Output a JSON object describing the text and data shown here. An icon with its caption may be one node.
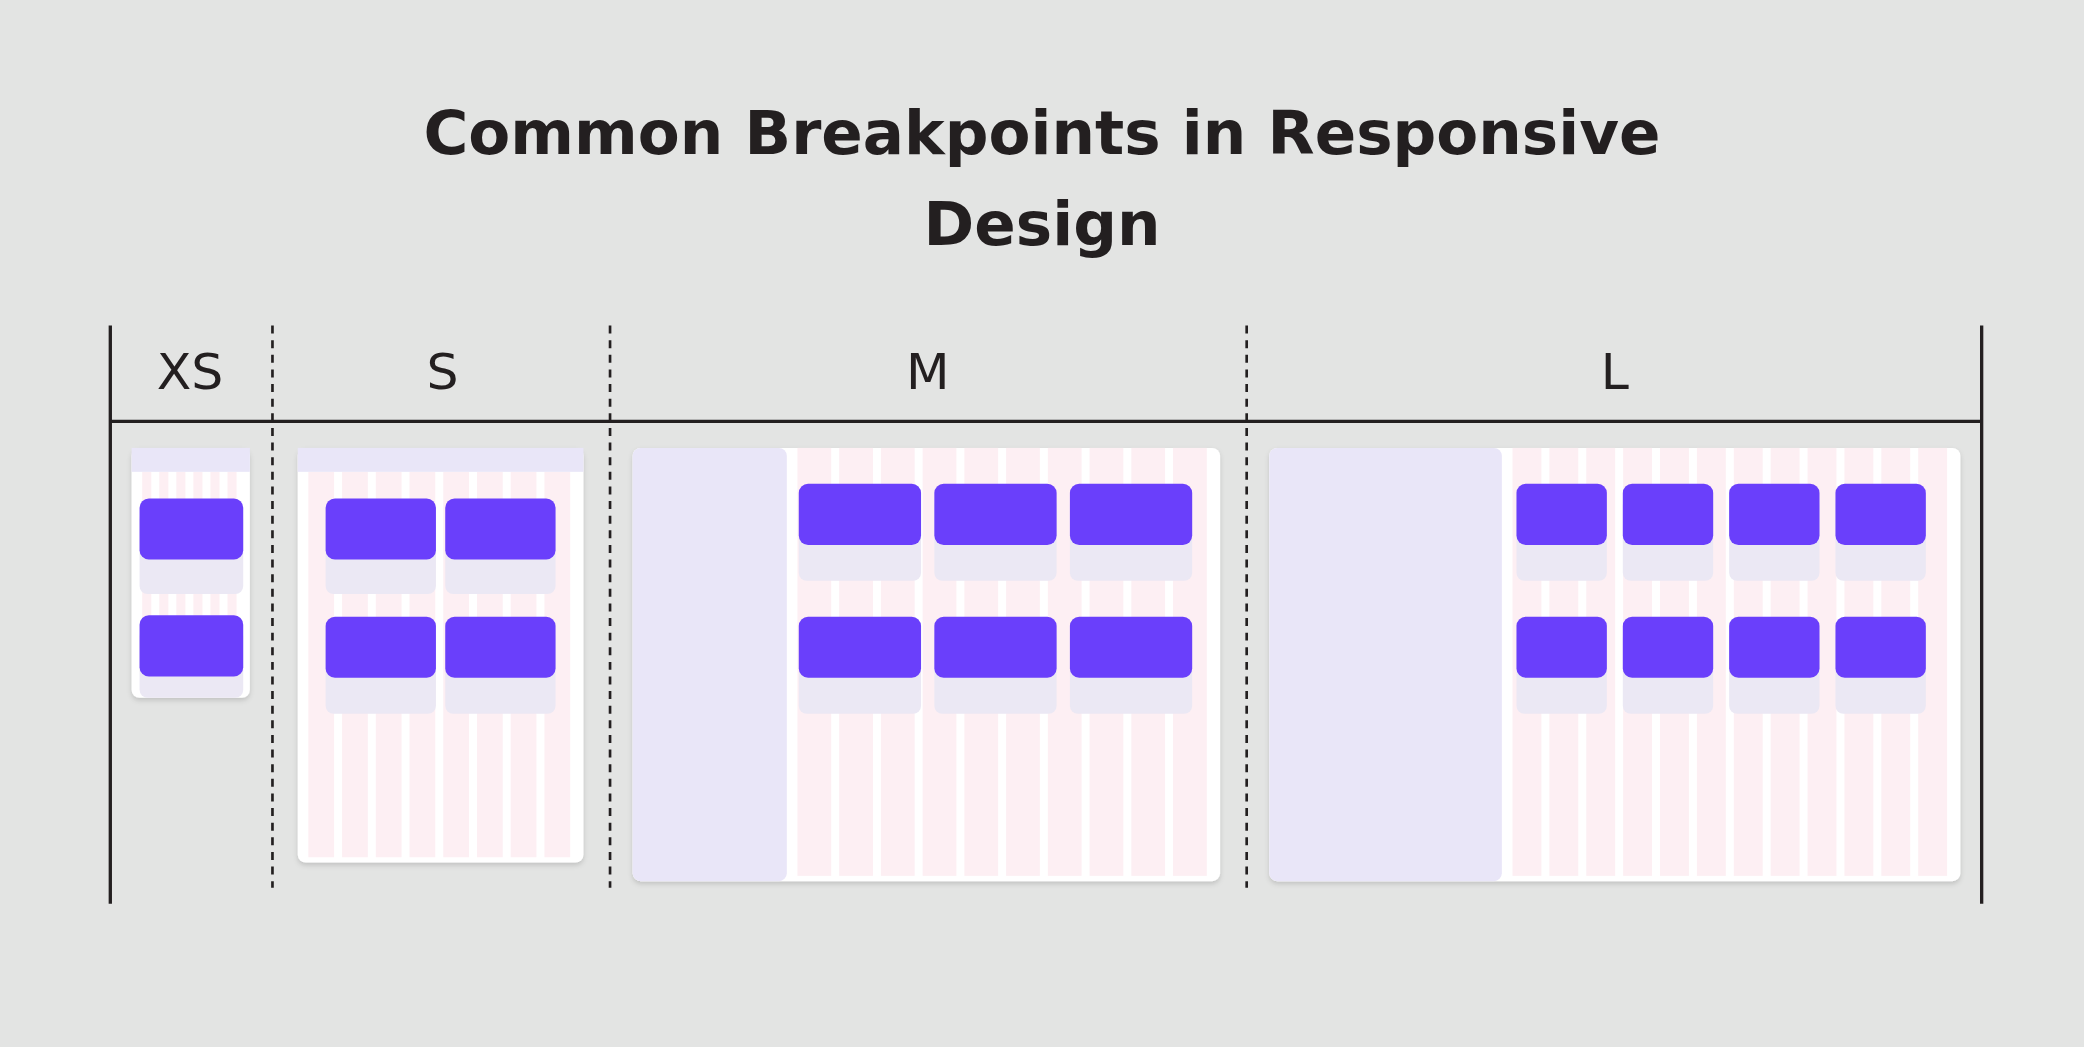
{
  "diagram": {
    "title": "Common Breakpoints in Responsive Design",
    "labels": [
      "XS",
      "S",
      "M",
      "L"
    ]
  }
}
